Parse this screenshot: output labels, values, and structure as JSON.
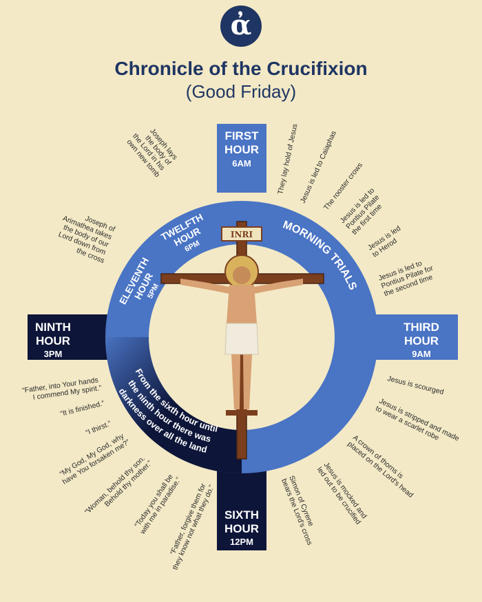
{
  "header": {
    "logo_glyph": "ἀ",
    "title": "Chronicle of the Crucifixion",
    "subtitle": "(Good Friday)"
  },
  "hours": {
    "first": {
      "l1": "FIRST",
      "l2": "HOUR",
      "time": "6AM"
    },
    "third": {
      "l1": "THIRD",
      "l2": "HOUR",
      "time": "9AM"
    },
    "sixth": {
      "l1": "SIXTH",
      "l2": "HOUR",
      "time": "12PM"
    },
    "ninth": {
      "l1": "NINTH",
      "l2": "HOUR",
      "time": "3PM"
    },
    "eleventh": {
      "l1": "ELEVENTH",
      "l2": "HOUR",
      "time": "5PM"
    },
    "twelfth": {
      "l1": "TWELFTH",
      "l2": "HOUR",
      "time": "6PM"
    }
  },
  "ring": {
    "morning_trials": "MORNING TRIALS",
    "darkness": [
      "From the sixth hour until",
      "the ninth hour there was",
      "darkness over all the land"
    ]
  },
  "cross": {
    "inri": "INRI"
  },
  "morning_events": {
    "e1": [
      "They lay hold of Jesus"
    ],
    "e2": [
      "Jesus is led to Caiaphas"
    ],
    "e3": [
      "The rooster crows"
    ],
    "e4": [
      "Jesus is led to",
      "Pontius Pilate",
      "the first time"
    ],
    "e5": [
      "Jesus is led",
      "to Herod"
    ],
    "e6": [
      "Jesus is led to",
      "Pontius Pilate for",
      "the second time"
    ]
  },
  "third_events": {
    "e1": [
      "Jesus is scourged"
    ],
    "e2": [
      "Jesus is stripped and made",
      "to wear a scarlet robe"
    ],
    "e3": [
      "A crown of thorns is",
      "placed on the Lord's head"
    ],
    "e4": [
      "Jesus is mocked and",
      "led out to be crucified"
    ],
    "e5": [
      "Simon of Cyrene",
      "bears the Lord's cross"
    ]
  },
  "sayings": {
    "s1": [
      "“Father, forgive them for",
      "they know not what they do.”"
    ],
    "s2": [
      "“Today you shall be",
      "with me in paradise.”"
    ],
    "s3": [
      "“Woman, behold thy son.",
      "Behold thy mother.”"
    ],
    "s4": [
      "“My God, My God, why",
      "have You forsaken me?”"
    ],
    "s5": [
      "“I thirst.”"
    ],
    "s6": [
      "“It is finished.”"
    ],
    "s7": [
      "“Father, into Your hands",
      "I commend My spirit.”"
    ]
  },
  "evening_events": {
    "e1": [
      "Joseph of",
      "Arimathea takes",
      "the body of our",
      "Lord down from",
      "the cross"
    ],
    "e2": [
      "Joseph lays",
      "the body of",
      "the Lord in his",
      "own new tomb"
    ]
  },
  "colors": {
    "background": "#f3e9c6",
    "navy": "#1f3563",
    "blue": "#4a74c4",
    "dark": "#0d1538",
    "cross_wood": "#7b3f1e"
  }
}
